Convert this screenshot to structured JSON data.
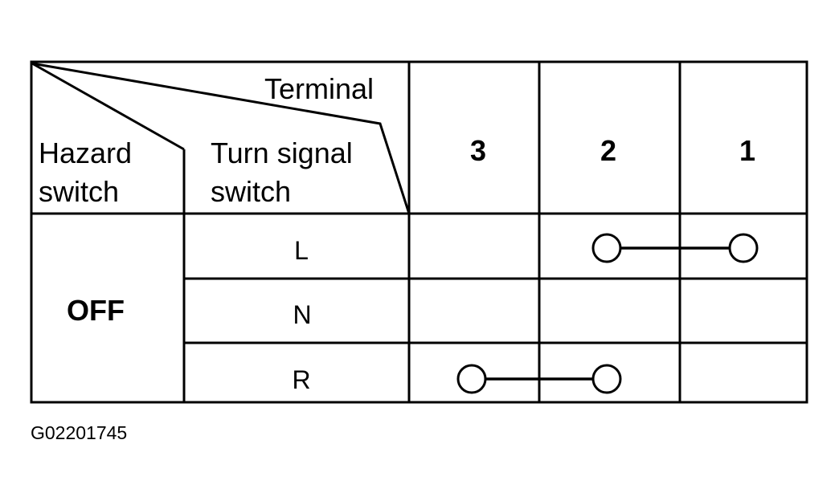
{
  "header": {
    "terminal_label": "Terminal",
    "hazard_label_line1": "Hazard",
    "hazard_label_line2": "switch",
    "turn_label_line1": "Turn signal",
    "turn_label_line2": "switch",
    "terminals": [
      "3",
      "2",
      "1"
    ]
  },
  "hazard_state": "OFF",
  "rows": [
    {
      "position": "L",
      "connected": [
        "2",
        "1"
      ]
    },
    {
      "position": "N",
      "connected": []
    },
    {
      "position": "R",
      "connected": [
        "3",
        "2"
      ]
    }
  ],
  "figure_code": "G02201745"
}
